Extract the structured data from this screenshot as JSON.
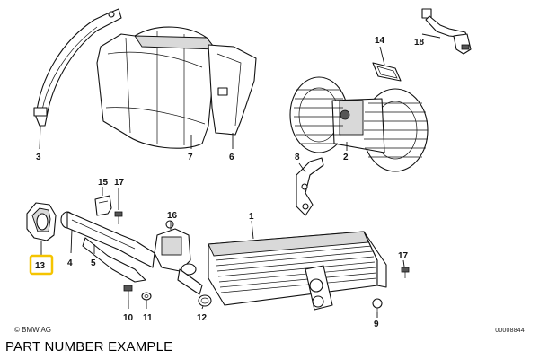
{
  "callouts": {
    "p1": "1",
    "p2": "2",
    "p3": "3",
    "p4": "4",
    "p5": "5",
    "p6": "6",
    "p7": "7",
    "p8": "8",
    "p9": "9",
    "p10": "10",
    "p11": "11",
    "p12": "12",
    "p13": "13",
    "p14": "14",
    "p15": "15",
    "p16": "16",
    "p17a": "17",
    "p17b": "17",
    "p18": "18"
  },
  "highlighted_part": "13",
  "highlight_color": "#f5c400",
  "copyright": "© BMW AG",
  "drawing_number": "00008844",
  "caption": "PART NUMBER EXAMPLE"
}
